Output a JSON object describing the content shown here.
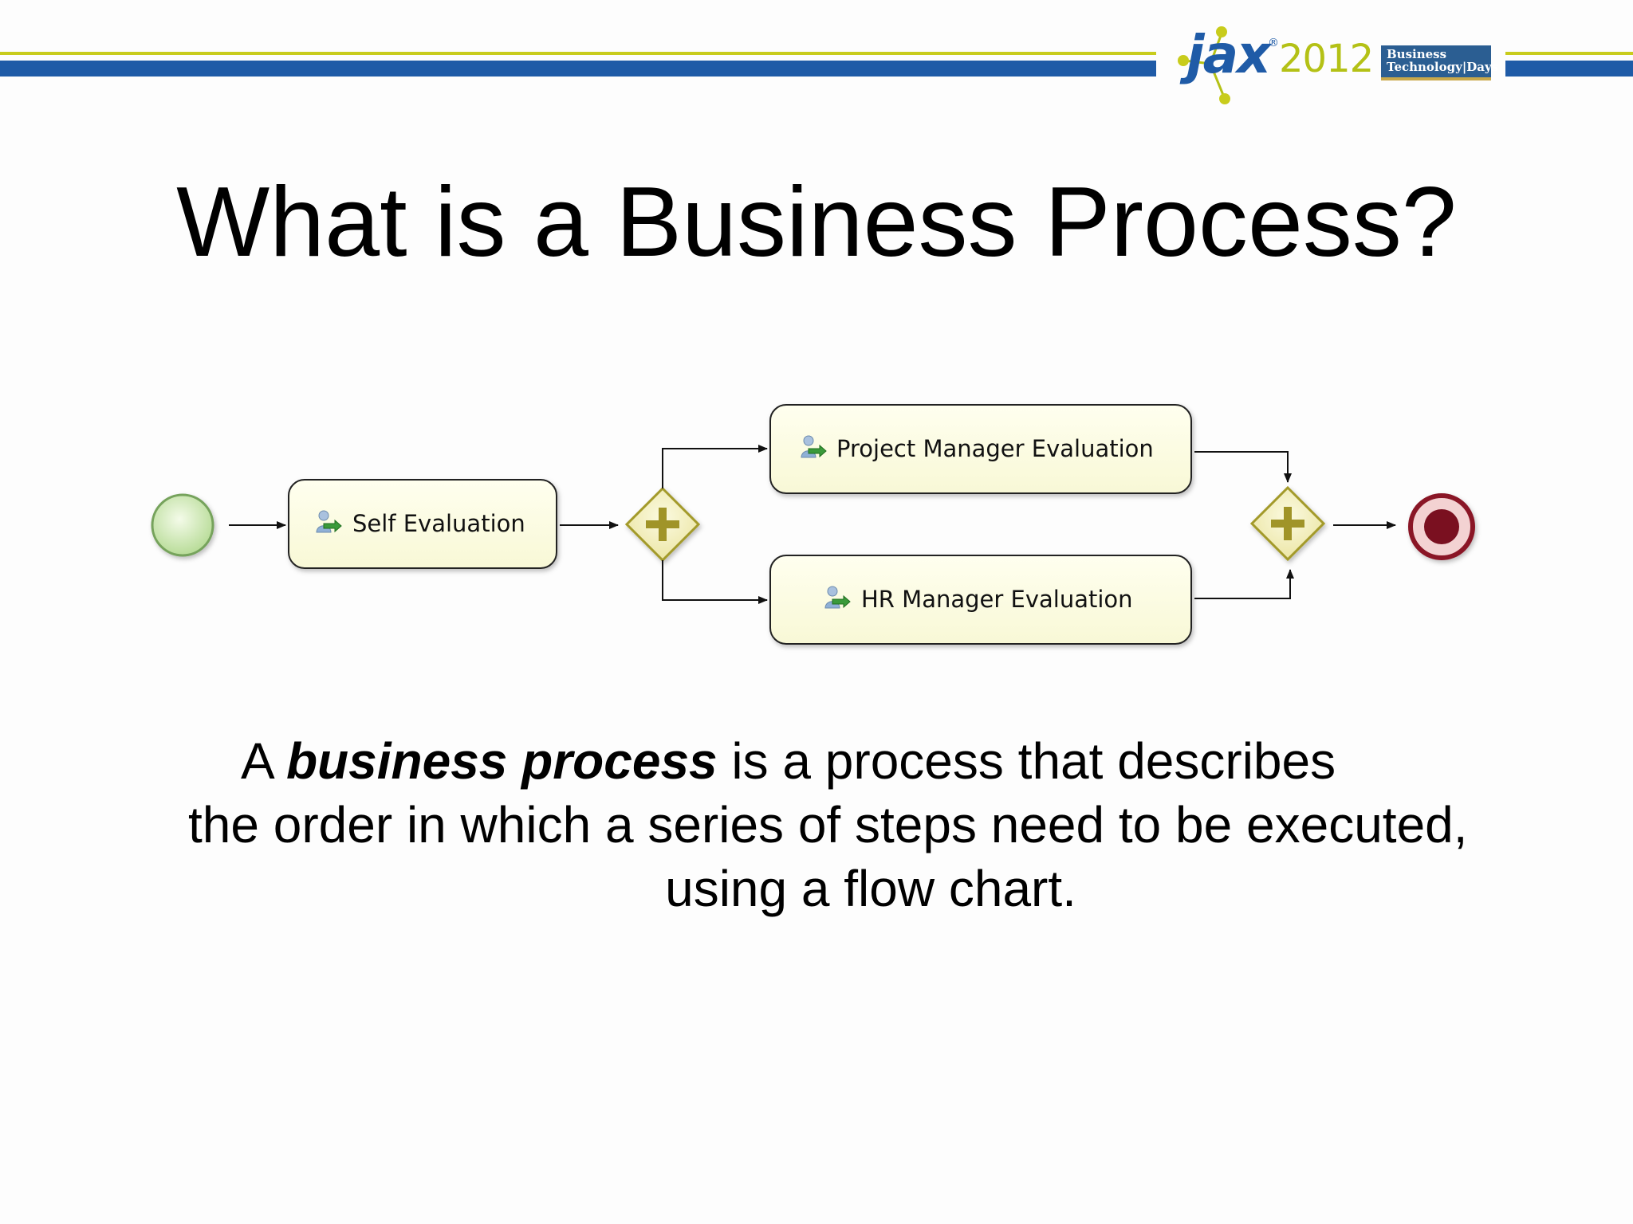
{
  "header": {
    "logo": {
      "word": "jax",
      "mark": "®",
      "year": "2012",
      "badge_line1": "Business",
      "badge_line2": "Technology|Days"
    },
    "colors": {
      "blue": "#1f5ba7",
      "yellow": "#c8cc1c"
    }
  },
  "title": "What is a Business Process?",
  "diagram": {
    "start_event": "start-event",
    "tasks": {
      "self_evaluation": "Self Evaluation",
      "project_manager_evaluation": "Project Manager Evaluation",
      "hr_manager_evaluation": "HR Manager Evaluation"
    },
    "gateways": [
      "parallel-split-gateway",
      "parallel-join-gateway"
    ],
    "end_event": "end-event",
    "task_icon": "user-task-icon"
  },
  "body": {
    "line1_prefix": "A ",
    "line1_emphasis": "business process",
    "line1_suffix": " is a process that describes",
    "line2": "the order in which a series of steps need to be executed,",
    "line3": "using a flow chart."
  }
}
